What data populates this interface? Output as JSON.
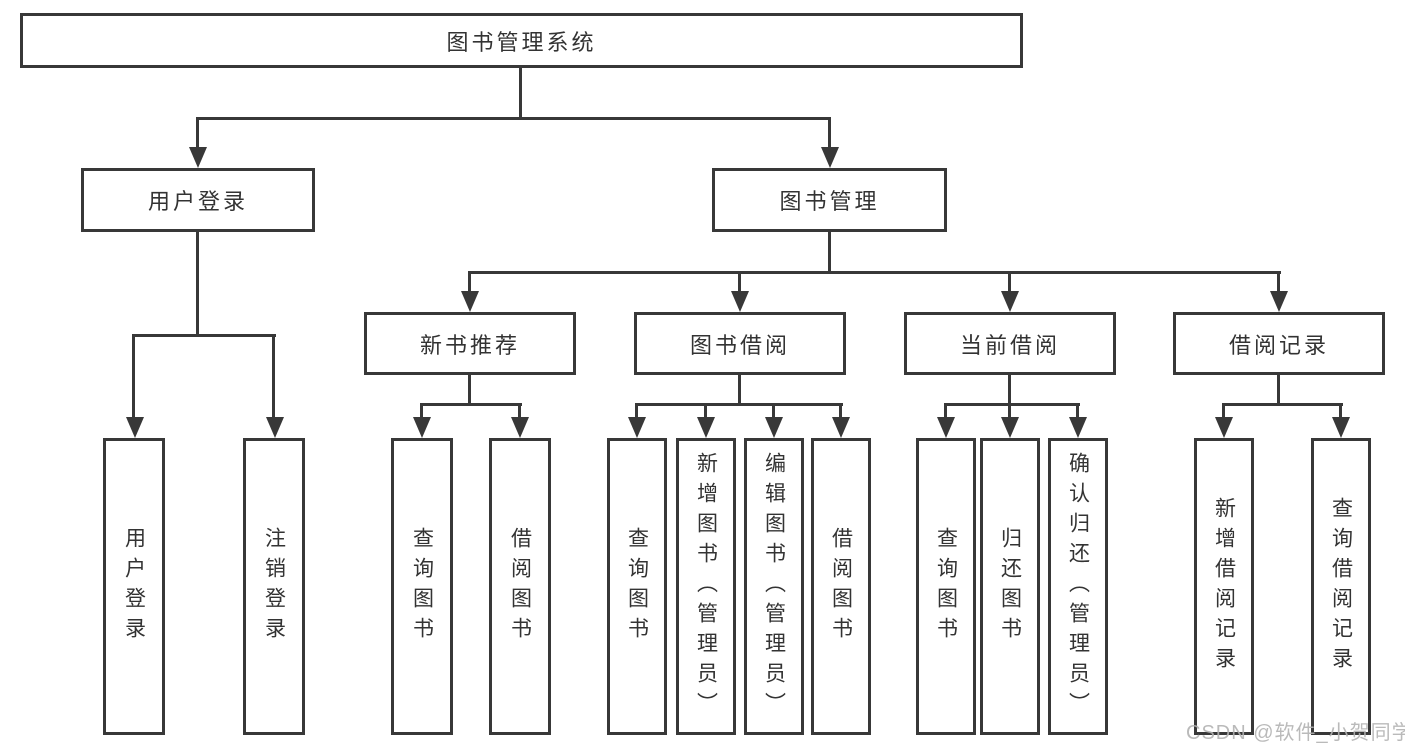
{
  "tree": {
    "root": "图书管理系统",
    "level2": {
      "user_login": "用户登录",
      "book_management": "图书管理"
    },
    "level3": [
      "新书推荐",
      "图书借阅",
      "当前借阅",
      "借阅记录"
    ],
    "leaves": {
      "user_login": [
        "用户登录",
        "注销登录"
      ],
      "new_book": [
        "查询图书",
        "借阅图书"
      ],
      "book_borrow": [
        "查询图书",
        "新增图书（管理员）",
        "编辑图书（管理员）",
        "借阅图书"
      ],
      "current_borrow": [
        "查询图书",
        "归还图书",
        "确认归还（管理员）"
      ],
      "borrow_record": [
        "新增借阅记录",
        "查询借阅记录"
      ]
    }
  },
  "watermark": {
    "text": "CSDN @软件_小贺同学"
  },
  "colors": {
    "line": "#383838",
    "text": "#333333",
    "watermark": "#b3b3b3",
    "background": "#ffffff"
  }
}
